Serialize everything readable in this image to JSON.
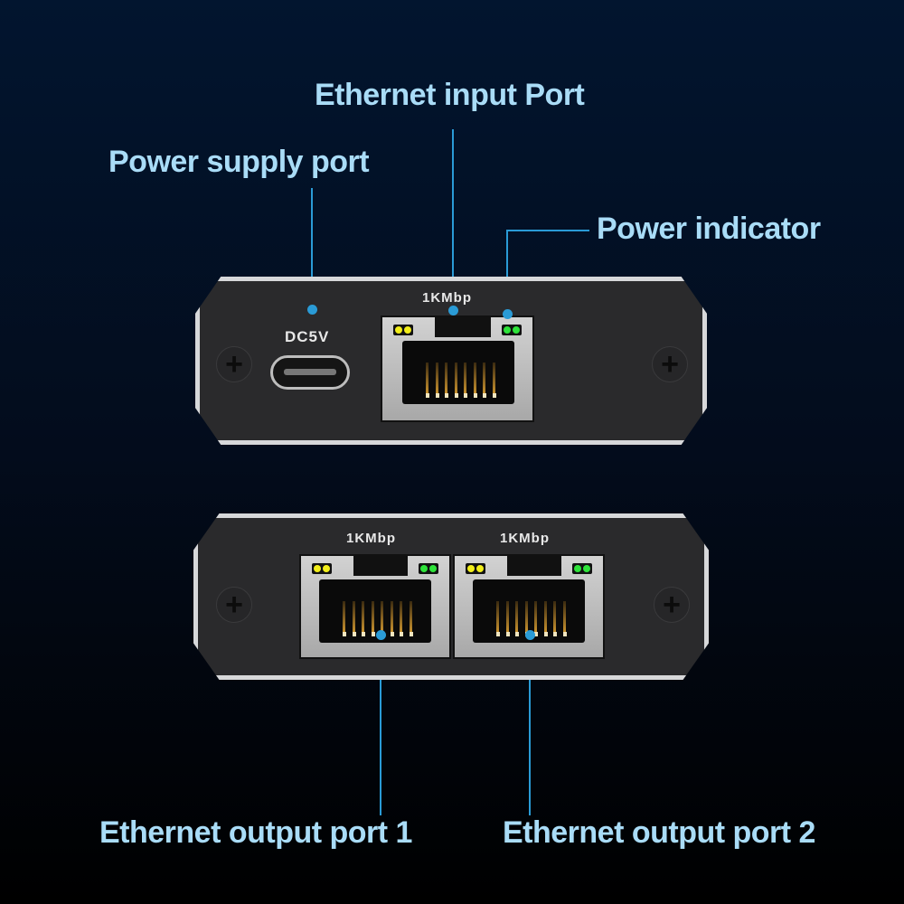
{
  "callouts": {
    "ethernet_input": "Ethernet input Port",
    "power_supply": "Power supply port",
    "power_indicator": "Power indicator",
    "output_1": "Ethernet output port 1",
    "output_2": "Ethernet output port 2"
  },
  "device_top": {
    "power_label": "DC5V",
    "port_speed": "1KMbp"
  },
  "device_bottom": {
    "port1_speed": "1KMbp",
    "port2_speed": "1KMbp"
  },
  "colors": {
    "callout_text": "#a9dcf7",
    "callout_line": "#2a9bd6",
    "led_yellow": "#f2ee1a",
    "led_green": "#2ee33a"
  }
}
